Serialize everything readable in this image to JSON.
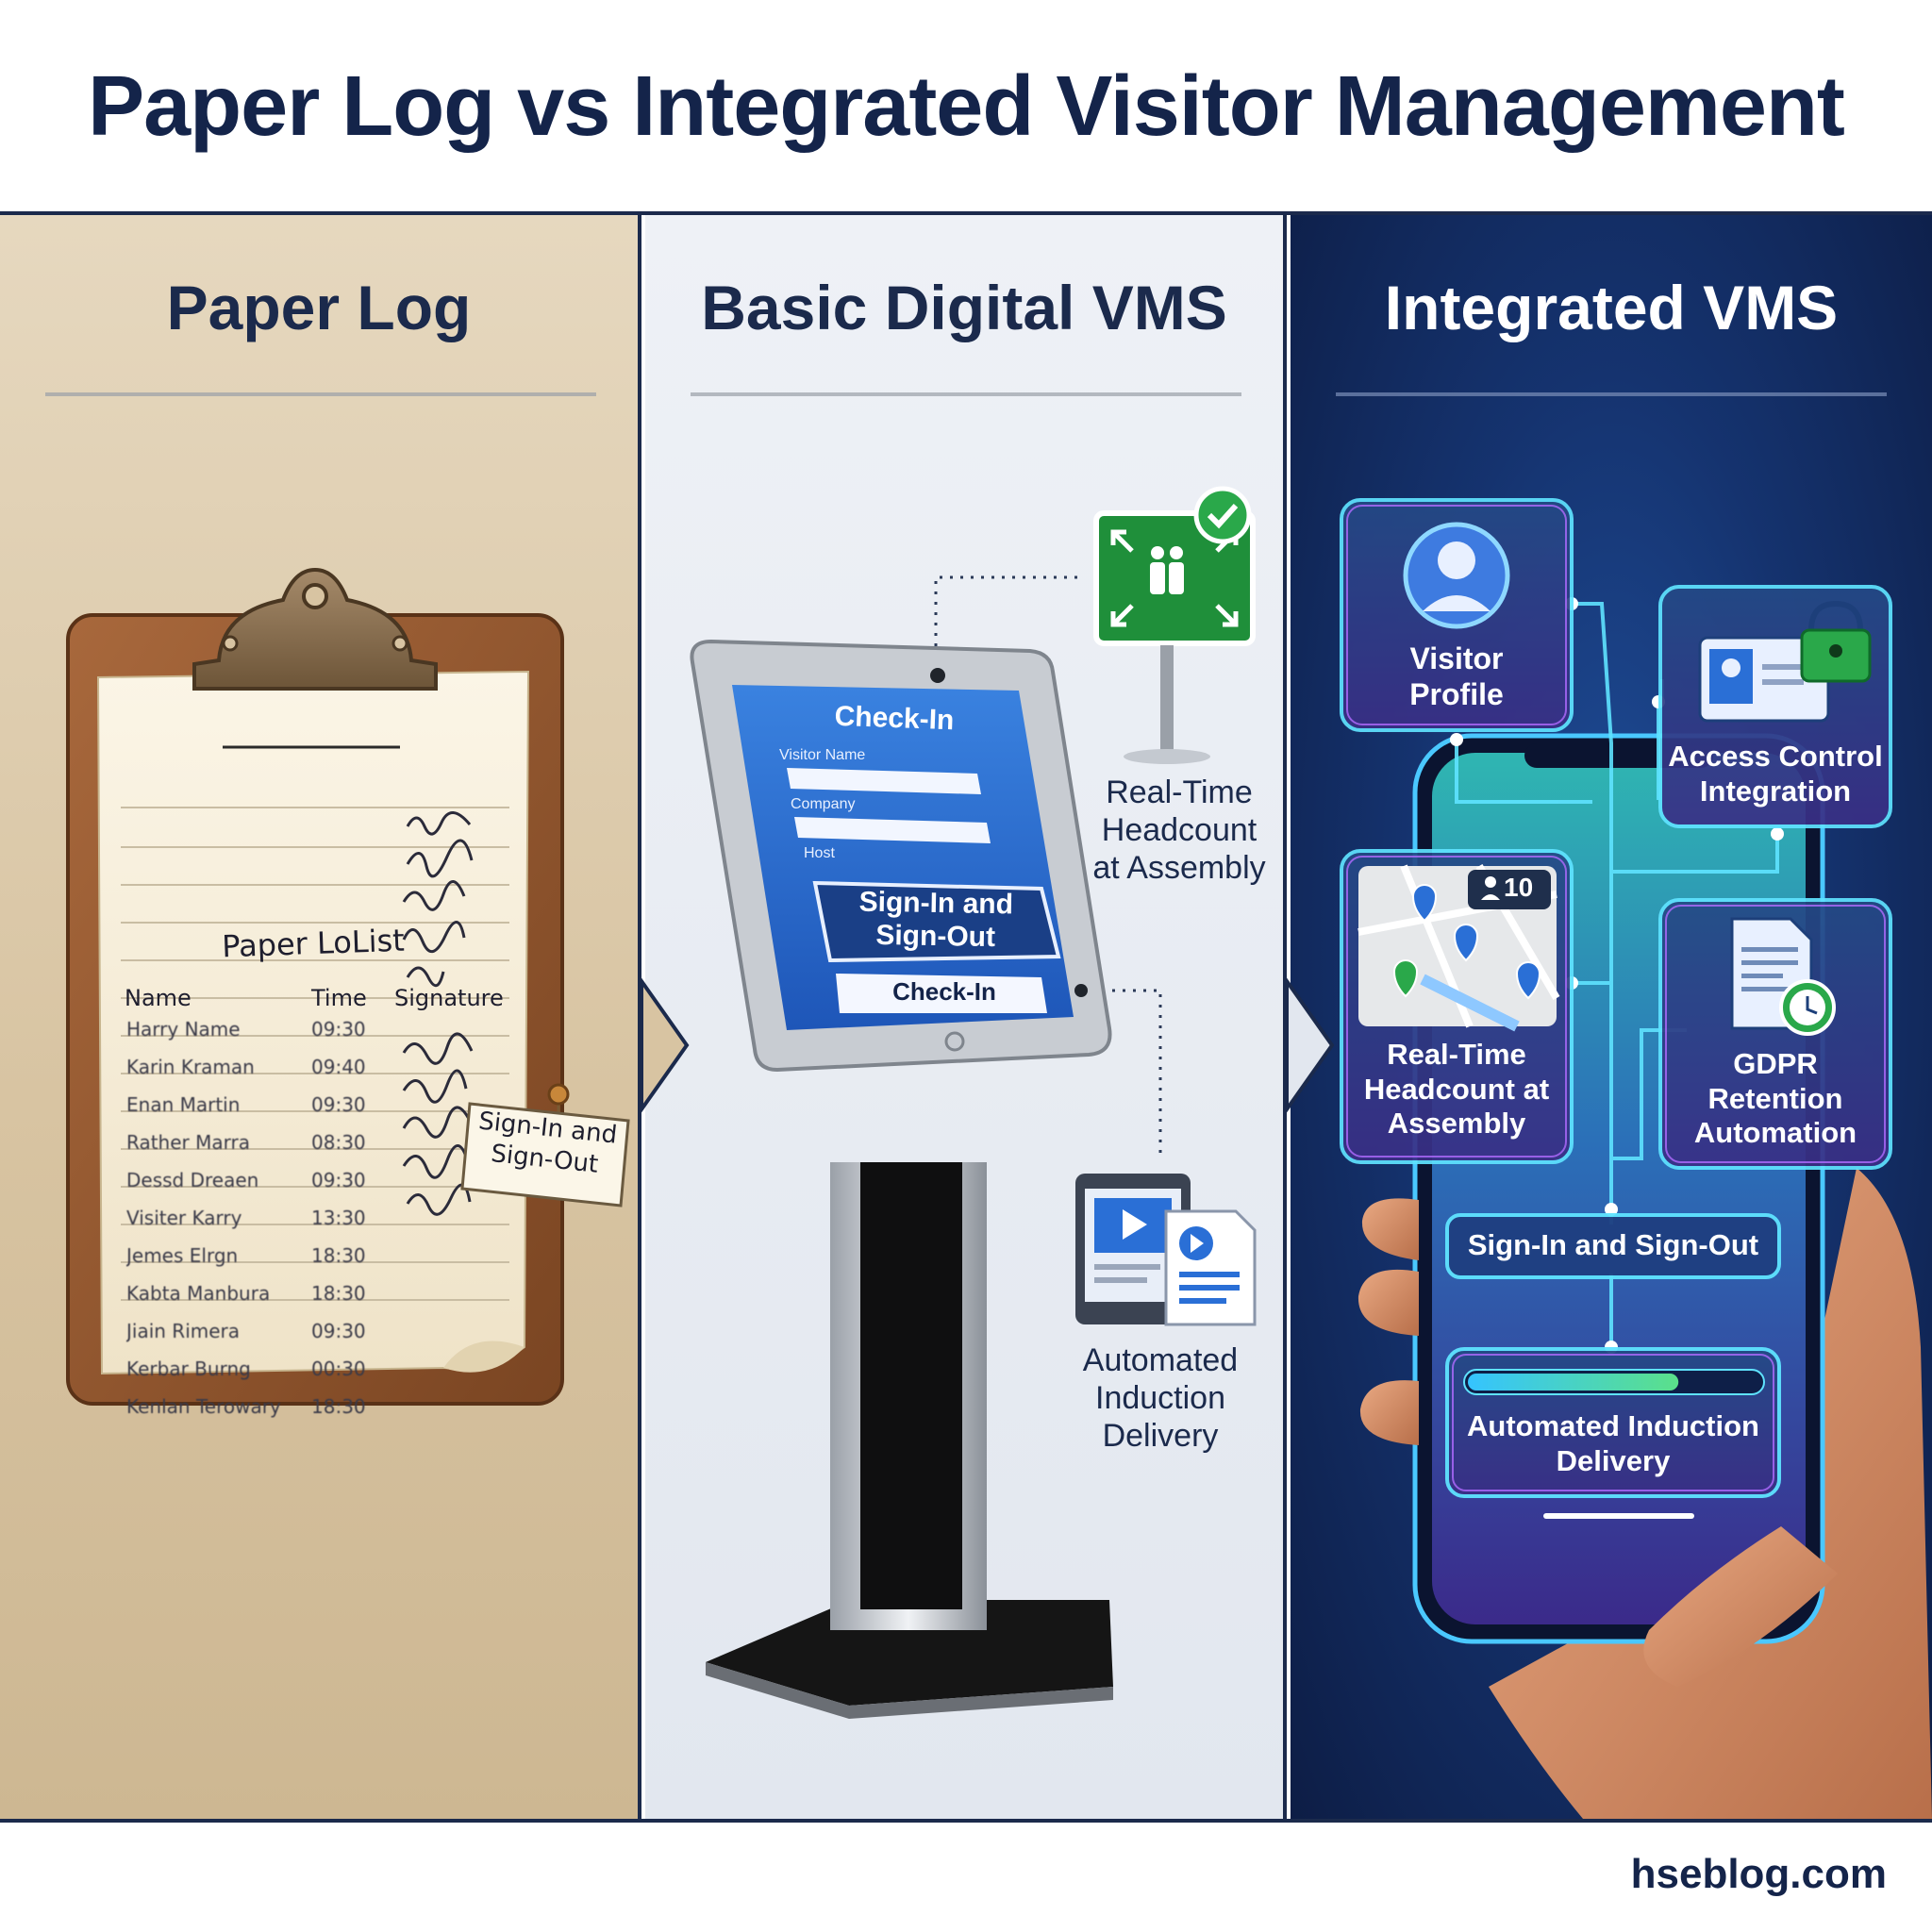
{
  "title": "Paper Log vs Integrated Visitor Management",
  "footer": "hseblog.com",
  "panels": {
    "paper": {
      "title": "Paper Log",
      "sheet_title": "Paper LoList",
      "columns": [
        "Name",
        "Time",
        "Signature"
      ],
      "rows": [
        {
          "name": "Harry Name",
          "time": "09:30"
        },
        {
          "name": "Karin Kraman",
          "time": "09:40"
        },
        {
          "name": "Enan Martin",
          "time": "09:30"
        },
        {
          "name": "Rather Marra",
          "time": "08:30"
        },
        {
          "name": "Dessd Dreaen",
          "time": "09:30"
        },
        {
          "name": "Visiter Karry",
          "time": "13:30"
        },
        {
          "name": "Jemes Elrgn",
          "time": "18:30"
        },
        {
          "name": "Kabta Manbura",
          "time": "18:30"
        },
        {
          "name": "Jiain Rimera",
          "time": "09:30"
        },
        {
          "name": "Kerbar Burng",
          "time": "00:30"
        },
        {
          "name": "Kenlan Terowary",
          "time": "18:30"
        }
      ],
      "note": [
        "Sign-In and",
        "Sign-Out"
      ]
    },
    "basic": {
      "title": "Basic Digital VMS",
      "kiosk_header": "Check-In",
      "fields": [
        "Visitor Name",
        "Company",
        "Host"
      ],
      "kiosk_button_main": [
        "Sign-In and",
        "Sign-Out"
      ],
      "kiosk_button_checkin": "Check-In",
      "headcount_label": [
        "Real-Time",
        "Headcount",
        "at Assembly"
      ],
      "induction_label": [
        "Automated",
        "Induction",
        "Delivery"
      ]
    },
    "integrated": {
      "title": "Integrated VMS",
      "visitor_profile": [
        "Visitor",
        "Profile"
      ],
      "access_control": [
        "Access Control",
        "Integration"
      ],
      "headcount": [
        "Real-Time",
        "Headcount at",
        "Assembly"
      ],
      "headcount_badge": "10",
      "gdpr": [
        "GDPR",
        "Retention",
        "Automation"
      ],
      "sign_in_out": "Sign-In and Sign-Out",
      "induction": [
        "Automated Induction",
        "Delivery"
      ],
      "induction_progress": 0.72
    }
  },
  "colors": {
    "navy": "#14244a",
    "paper_panel": "#d8c4a2",
    "basic_panel": "#e6eaf1",
    "integrated_panel": "#15336f",
    "neon_cyan": "#35d8ff",
    "neon_purple": "#b06bff",
    "sign_green": "#1f8f3a"
  }
}
